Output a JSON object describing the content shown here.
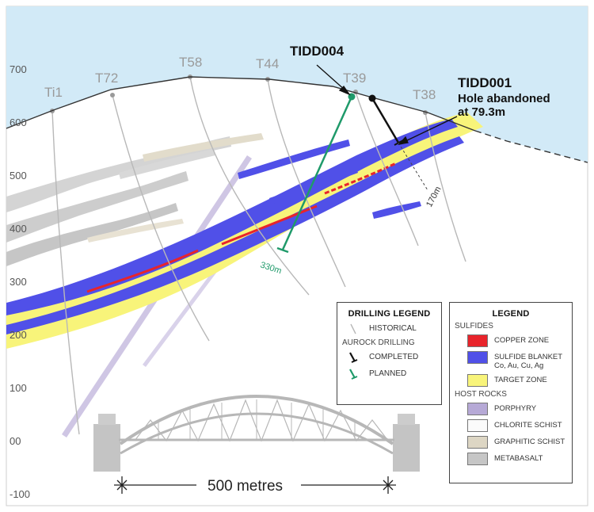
{
  "elevations": [
    "700",
    "600",
    "500",
    "400",
    "300",
    "200",
    "100",
    "00",
    "-100"
  ],
  "holes": [
    "Ti1",
    "T72",
    "T58",
    "T44",
    "T39",
    "T38"
  ],
  "aurock_holes": {
    "tidd004": {
      "name": "TIDD004",
      "length": "330m"
    },
    "tidd001": {
      "name": "TIDD001",
      "note_line1": "Hole abandoned",
      "note_line2": "at 79.3m",
      "length": "170m"
    }
  },
  "scale_bar": {
    "label": "500 metres",
    "metres": 500
  },
  "drilling_legend": {
    "title": "DRILLING LEGEND",
    "historical": "HISTORICAL",
    "aurock_heading": "AUROCK DRILLING",
    "completed": "COMPLETED",
    "planned": "PLANNED"
  },
  "rock_legend": {
    "title": "LEGEND",
    "sulfides_heading": "SULFIDES",
    "copper_zone": "COPPER ZONE",
    "sulfide_blanket": "SULFIDE BLANKET",
    "sulfide_blanket_metals": "Co, Au, Cu, Ag",
    "target_zone": "TARGET ZONE",
    "host_rocks_heading": "HOST  ROCKS",
    "porphyry": "PORPHYRY",
    "chlorite_schist": "CHLORITE SCHIST",
    "graphitic_schist": "GRAPHITIC SCHIST",
    "metabasalt": "METABASALT"
  },
  "colors": {
    "sky": "#d2eaf7",
    "copper_zone": "#e8242b",
    "sulfide_blanket": "#5050e8",
    "target_zone": "#f8f47a",
    "porphyry": "#b6a9d6",
    "chlorite_schist": "#fbfbfb",
    "graphitic_schist": "#ddd6c4",
    "metabasalt": "#c6c6c6",
    "planned_hole": "#1f9a6a",
    "completed_hole": "#111111",
    "historical_hole": "#b8b8b8"
  }
}
